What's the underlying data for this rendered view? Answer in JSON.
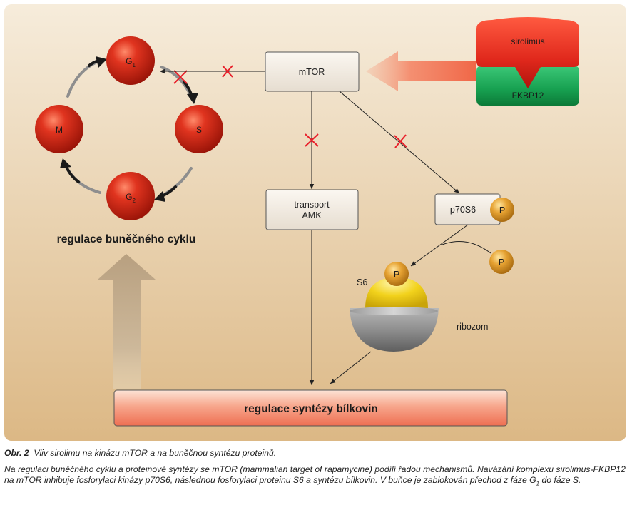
{
  "diagram": {
    "cycle": {
      "phases": [
        {
          "label": "G",
          "sub": "1"
        },
        {
          "label": "S",
          "sub": ""
        },
        {
          "label": "G",
          "sub": "2"
        },
        {
          "label": "M",
          "sub": ""
        }
      ],
      "title": "regulace buněčného cyklu"
    },
    "mtor_label": "mTOR",
    "sirolimus_label": "sirolimus",
    "fkbp_label": "FKBP12",
    "transport_line1": "transport",
    "transport_line2": "AMK",
    "p70s6_label": "p70S6",
    "phosphate_label": "P",
    "s6_label": "S6",
    "ribozom_label": "ribozom",
    "protein_synthesis_label": "regulace syntézy bílkovin"
  },
  "caption": {
    "number": "Obr. 2",
    "title": "Vliv sirolimu na kinázu mTOR a na buněčnou syntézu proteinů.",
    "body_part1": "Na regulaci buněčného cyklu a proteinové syntézy se mTOR (mammalian target of rapamycine) podílí řadou mechanismů. Navázání komplexu sirolimus-FKBP12 na mTOR inhibuje fosforylaci kinázy p70S6, následnou fosforylaci proteinu S6 a syntézu bílkovin. V buňce je zablokován přechod z fáze G",
    "body_sub": "1",
    "body_part2": " do fáze S."
  },
  "colors": {
    "background_top": "#f6ecdb",
    "background_bottom": "#dcb885",
    "phase_ball": "#d42a1a",
    "sirolimus": "#e0281c",
    "fkbp": "#17a050",
    "phosphate": "#e0a030",
    "s6": "#f2d21c",
    "ribosome": "#8a8a8a",
    "inhibition_mark": "#e8202a",
    "synthesis_bar": "#f58a6e"
  }
}
